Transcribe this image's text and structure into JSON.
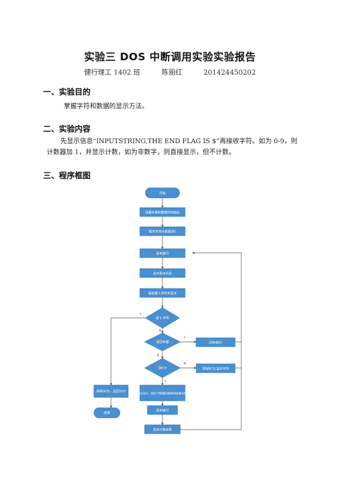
{
  "header": {
    "title": "实验三 DOS 中断调用实验实验报告",
    "class_name": "健行理工 1402 班",
    "student_name": "陈丽红",
    "student_id": "201424450202"
  },
  "sections": [
    {
      "heading": "一、实验目的",
      "body": "掌握字符和数据的显示方法。"
    },
    {
      "heading": "二、实验内容",
      "body": "先显示信息“INPUTSTRING,THE END FLAG IS $”再接收字符。如为 0-9，则计数器加 1，并显示计数，如为非数字，则直接显示，但不计数。"
    },
    {
      "heading": "三、程序框图"
    }
  ],
  "flowchart": {
    "start": "开始",
    "steps": [
      "设置存器和数据段初始化",
      "数字字符计数器清0",
      "回车换行",
      "显示提示信息",
      "接收键入字符并显示"
    ],
    "decision_end": "是 $ 字符",
    "decision_enter": "是回车键",
    "decision_digit": "是0-9",
    "enter_action": "回车换行",
    "nondigit_action": "清除BCD,显示字符",
    "count_action": "计数器以加1，保存计数器的值将其转换为BCD码",
    "after_count_newline": "回车换行",
    "show_count": "显示计数结果",
    "exit_action": "调用DOS，返回DOS",
    "end": "结束",
    "yes": "Y",
    "no": "N"
  },
  "colors": {
    "box_fill": "#4a8fcf",
    "box_stroke": "#3a7abb",
    "line": "#555555"
  }
}
